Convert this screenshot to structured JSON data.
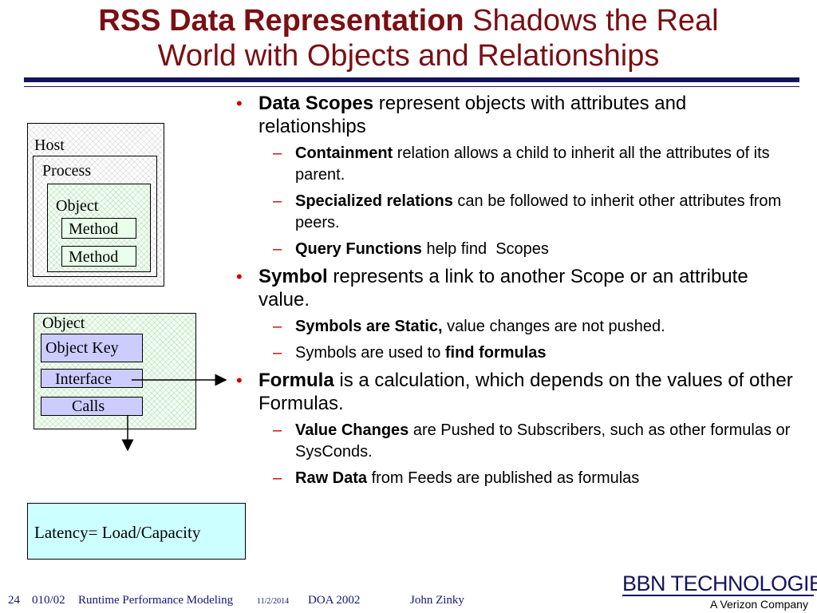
{
  "slide": {
    "title_bold": "RSS Data Representation",
    "title_rest": " Shadows the Real",
    "title_line2": "World with Objects and Relationships"
  },
  "diagram1": {
    "host": "Host",
    "process": "Process",
    "object": "Object",
    "method1": "Method",
    "method2": "Method"
  },
  "diagram2": {
    "object": "Object",
    "object_key": "Object Key",
    "interface": "Interface",
    "calls": "Calls"
  },
  "latency": "Latency= Load/Capacity",
  "bullets": {
    "data_scopes": {
      "bold": "Data Scopes",
      "text": " represent objects with attributes and relationships"
    },
    "containment": {
      "bold": "Containment",
      "text": " relation allows a child to inherit all the attributes of its parent."
    },
    "specialized": {
      "bold": "Specialized relations",
      "text": " can be followed to inherit other attributes from peers."
    },
    "query": {
      "bold": "Query Functions",
      "text": " help find  Scopes"
    },
    "symbol": {
      "bold": "Symbol",
      "text": " represents a link to another Scope or an attribute value."
    },
    "symbols_static": {
      "bold": "Symbols are Static,",
      "text": " value changes are not pushed."
    },
    "symbols_used": {
      "text": "Symbols are used to ",
      "bold": "find formulas"
    },
    "formula": {
      "bold": "Formula",
      "text": " is a calculation, which depends on the values of other Formulas."
    },
    "value_changes": {
      "bold": "Value Changes",
      "text": " are Pushed to Subscribers, such as other formulas or SysConds."
    },
    "raw_data": {
      "bold": "Raw Data",
      "text": " from Feeds are published as formulas"
    },
    "bullet_glyph": "•",
    "dash_glyph": "–"
  },
  "footer": {
    "page": "24",
    "code": "010/02",
    "subject": "Runtime Performance Modeling",
    "date": "11/2/2014",
    "conf": "DOA 2002",
    "author": "John Zinky"
  },
  "logo": {
    "name": "BBN TECHNOLOGIES",
    "tagline": "A Verizon Company"
  },
  "colors": {
    "title": "#7a0f14",
    "rule": "#14145e",
    "bullet": "#cc0000",
    "box_green": "#e9ffe9",
    "box_blue": "#ccccff",
    "latency_bg": "#ccffff"
  }
}
